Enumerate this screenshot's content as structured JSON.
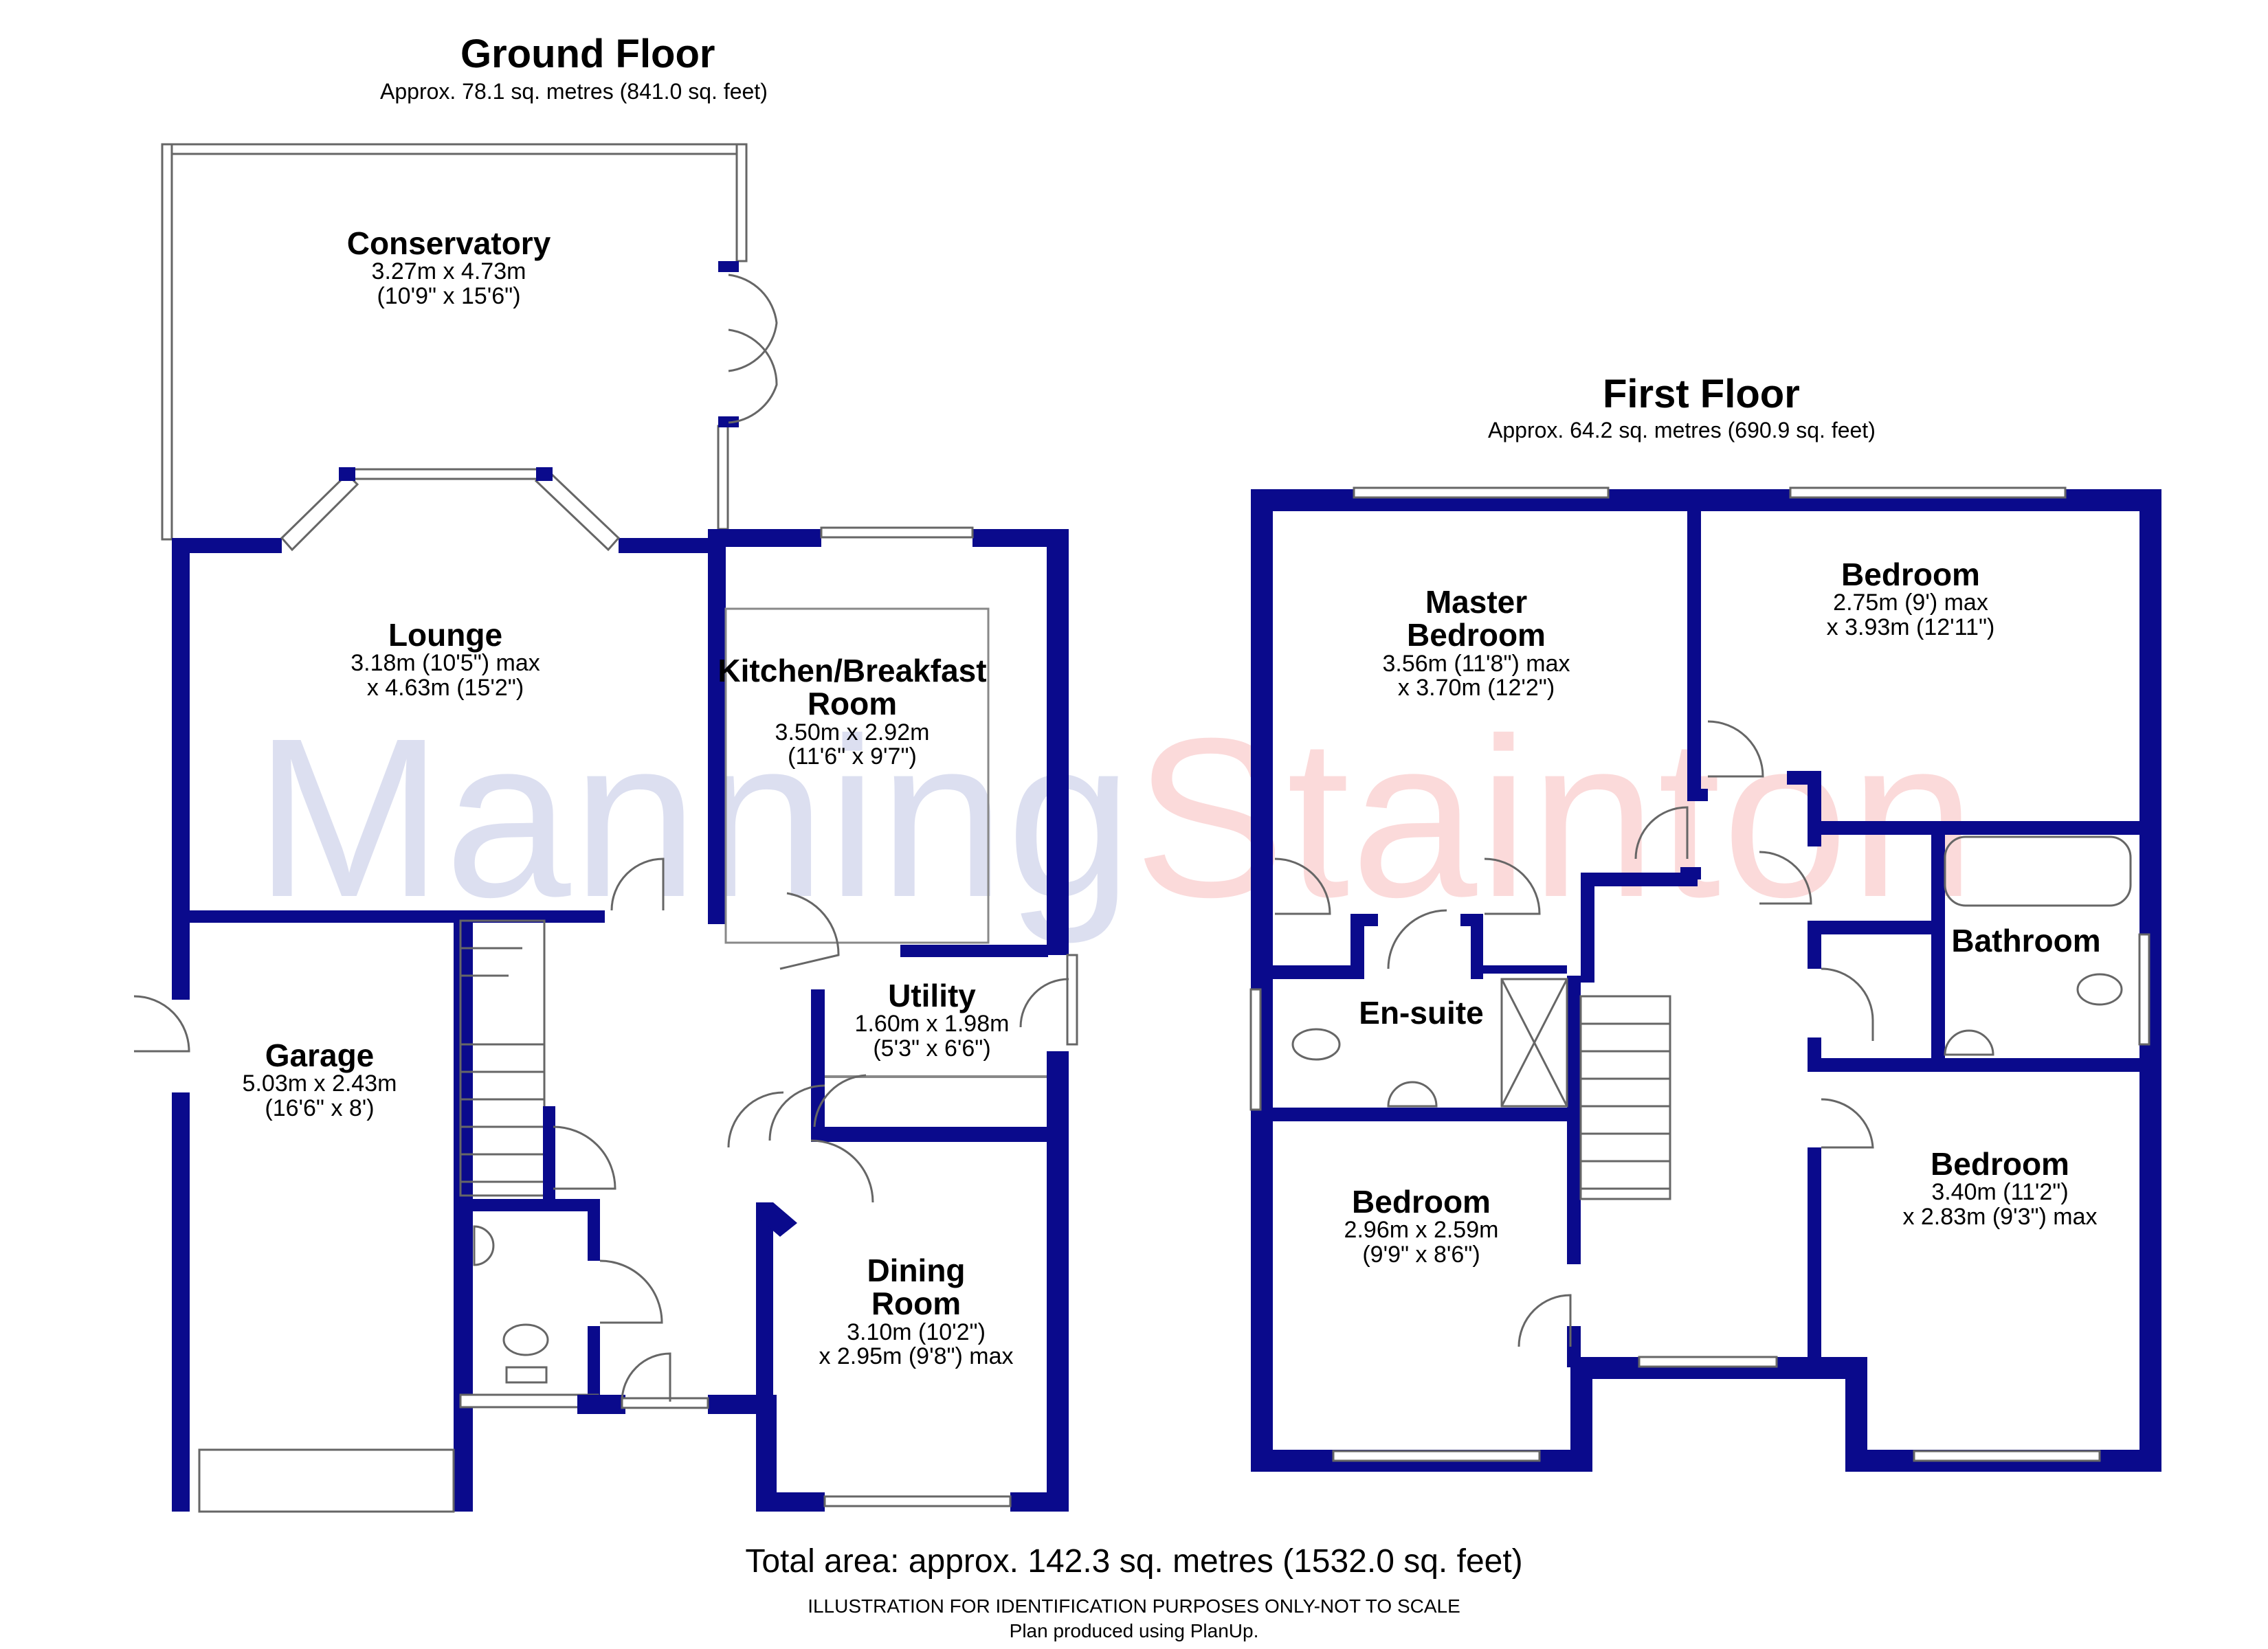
{
  "watermark": {
    "part1": "Manning",
    "part2": "Stainton"
  },
  "ground_floor": {
    "title": "Ground Floor",
    "area": "Approx. 78.1 sq. metres (841.0 sq. feet)",
    "rooms": {
      "conservatory": {
        "name": "Conservatory",
        "dim1": "3.27m x 4.73m",
        "dim2": "(10'9\" x 15'6\")"
      },
      "lounge": {
        "name": "Lounge",
        "dim1": "3.18m (10'5\") max",
        "dim2": "x 4.63m (15'2\")"
      },
      "kitchen": {
        "name1": "Kitchen/Breakfast",
        "name2": "Room",
        "dim1": "3.50m x 2.92m",
        "dim2": "(11'6\" x 9'7\")"
      },
      "utility": {
        "name": "Utility",
        "dim1": "1.60m x 1.98m",
        "dim2": "(5'3\" x 6'6\")"
      },
      "garage": {
        "name": "Garage",
        "dim1": "5.03m x 2.43m",
        "dim2": "(16'6\" x 8')"
      },
      "dining": {
        "name1": "Dining",
        "name2": "Room",
        "dim1": "3.10m (10'2\")",
        "dim2": "x 2.95m (9'8\") max"
      }
    }
  },
  "first_floor": {
    "title": "First Floor",
    "area": "Approx. 64.2 sq. metres (690.9 sq. feet)",
    "rooms": {
      "master": {
        "name1": "Master",
        "name2": "Bedroom",
        "dim1": "3.56m (11'8\") max",
        "dim2": "x 3.70m (12'2\")"
      },
      "bedroom2": {
        "name": "Bedroom",
        "dim1": "2.75m (9') max",
        "dim2": "x 3.93m (12'11\")"
      },
      "bathroom": {
        "name": "Bathroom"
      },
      "ensuite": {
        "name": "En-suite"
      },
      "bedroom3": {
        "name": "Bedroom",
        "dim1": "2.96m x 2.59m",
        "dim2": "(9'9\" x 8'6\")"
      },
      "bedroom4": {
        "name": "Bedroom",
        "dim1": "3.40m (11'2\")",
        "dim2": "x 2.83m (9'3\") max"
      }
    }
  },
  "footer": {
    "total": "Total area: approx. 142.3 sq. metres (1532.0 sq. feet)",
    "note1": "ILLUSTRATION FOR IDENTIFICATION PURPOSES ONLY-NOT TO SCALE",
    "note2": "Plan produced using PlanUp."
  },
  "colors": {
    "wall": "#0a0a8c",
    "window": "#ffffff",
    "fixture": "#444444"
  }
}
